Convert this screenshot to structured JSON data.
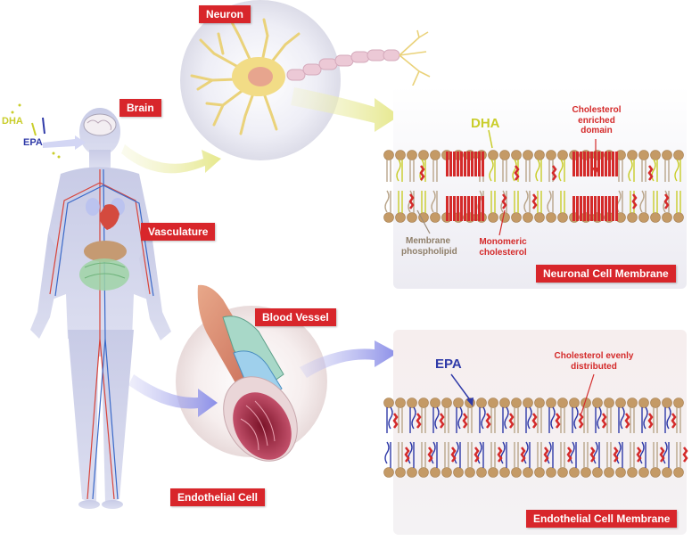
{
  "labels": {
    "brain": "Brain",
    "neuron": "Neuron",
    "vasculature": "Vasculature",
    "blood_vessel": "Blood Vessel",
    "endothelial_cell": "Endothelial Cell",
    "neuronal_membrane": "Neuronal Cell Membrane",
    "endothelial_membrane": "Endothelial Cell Membrane"
  },
  "annotations": {
    "dha_small": "DHA",
    "epa_small": "EPA",
    "dha": "DHA",
    "cholesterol_domain": "Cholesterol enriched domain",
    "membrane_phospholipid": "Membrane phospholipid",
    "monomeric_cholesterol": "Monomeric cholesterol",
    "epa": "EPA",
    "cholesterol_even": "Cholesterol evenly distributed"
  },
  "colors": {
    "label_red": "#d8262b",
    "dha_yellow": "#c9cd2a",
    "epa_blue": "#2f3aa8",
    "cholesterol_red": "#d42a2a",
    "head_tan": "#c49a66"
  }
}
